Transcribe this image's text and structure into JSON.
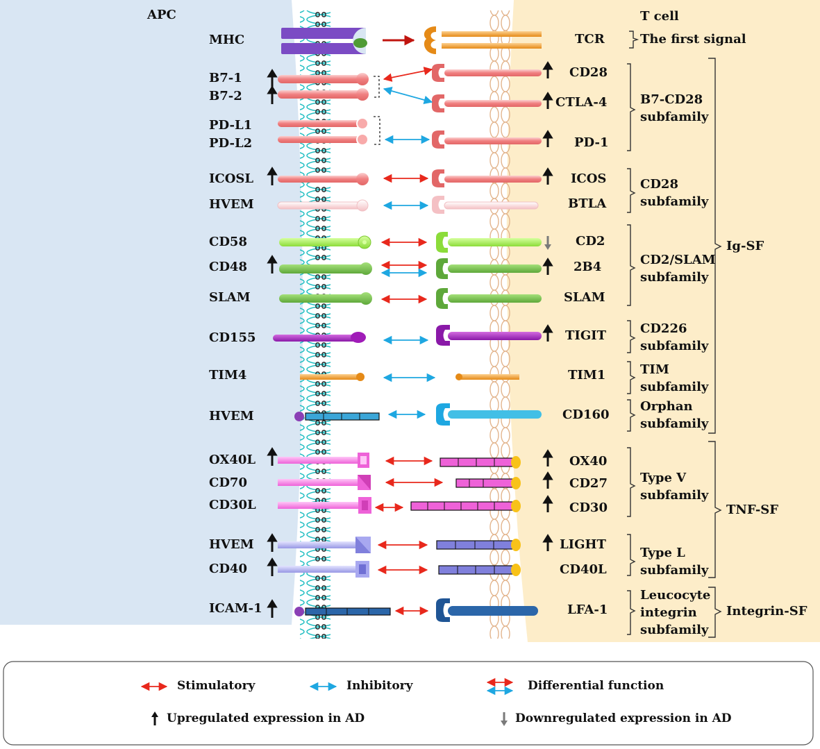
{
  "header": {
    "apc_label": "APC",
    "tcell_label": "T cell"
  },
  "apc_molecules": [
    "MHC",
    "B7-1",
    "B7-2",
    "PD-L1",
    "PD-L2",
    "ICOSL",
    "HVEM",
    "CD58",
    "CD48",
    "SLAM",
    "CD155",
    "TIM4",
    "HVEM",
    "OX40L",
    "CD70",
    "CD30L",
    "HVEM",
    "CD40",
    "ICAM-1"
  ],
  "tcell_molecules": [
    "TCR",
    "CD28",
    "CTLA-4",
    "PD-1",
    "ICOS",
    "BTLA",
    "CD2",
    "2B4",
    "SLAM",
    "TIGIT",
    "TIM1",
    "CD160",
    "OX40",
    "CD27",
    "CD30",
    "LIGHT",
    "CD40L",
    "LFA-1"
  ],
  "first_signal": "The first signal",
  "subfamilies": [
    [
      "B7-CD28",
      "subfamily"
    ],
    [
      "CD28",
      "subfamily"
    ],
    [
      "CD2/SLAM",
      "subfamily"
    ],
    [
      "CD226",
      "subfamily"
    ],
    [
      "TIM",
      "subfamily"
    ],
    [
      "Orphan",
      "subfamily"
    ],
    [
      "Type V",
      "subfamily"
    ],
    [
      "Type L",
      "subfamily"
    ],
    [
      "Leucocyte",
      "integrin",
      "subfamily"
    ]
  ],
  "superfamilies": [
    "Ig-SF",
    "TNF-SF",
    "Integrin-SF"
  ],
  "legend": {
    "stimulatory": "Stimulatory",
    "inhibitory": "Inhibitory",
    "differential": "Differential function",
    "upregulated": "Upregulated  expression in AD",
    "downregulated": "Downregulated  expression in AD"
  },
  "colors": {
    "apc_bg": "#d9e6f3",
    "tcell_bg": "#fdedc9",
    "stimulatory": "#e8281c",
    "inhibitory": "#1ea7e1",
    "mhc": "#7b4bc4",
    "tcr": "#f0a040"
  }
}
